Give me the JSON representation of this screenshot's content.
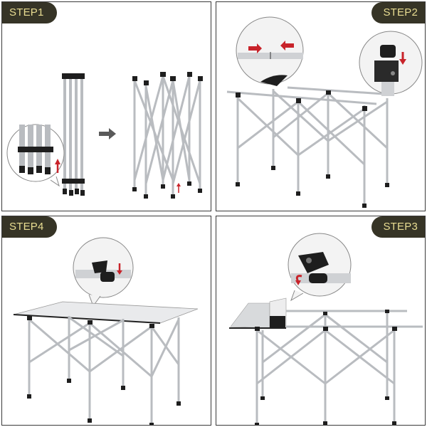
{
  "steps": [
    {
      "id": "step1",
      "label": "STEP1",
      "position": "top-left",
      "description_visual": "Folded leg bundle expanding into scissor frame; callout shows leg joints with red up arrow"
    },
    {
      "id": "step2",
      "label": "STEP2",
      "position": "top-right",
      "description_visual": "Frame with top rails; callouts show rail joint (red arrows toward each other) and clip with red down arrow"
    },
    {
      "id": "step3",
      "label": "STEP3",
      "position": "bottom-right",
      "description_visual": "Rolling tabletop slats onto frame; callout shows peg and clip with red curved arrow"
    },
    {
      "id": "step4",
      "label": "STEP4",
      "position": "bottom-left",
      "description_visual": "Completed table; callout shows clip locked with red down arrow"
    }
  ],
  "colors": {
    "badge_bg": "#363426",
    "badge_text": "#e9dd92",
    "border": "#3a3a3a",
    "frame": "#b9bcc0",
    "joint": "#1e1e1e",
    "arrow_red": "#c8232a",
    "arrow_gray": "#5a5a5a"
  }
}
